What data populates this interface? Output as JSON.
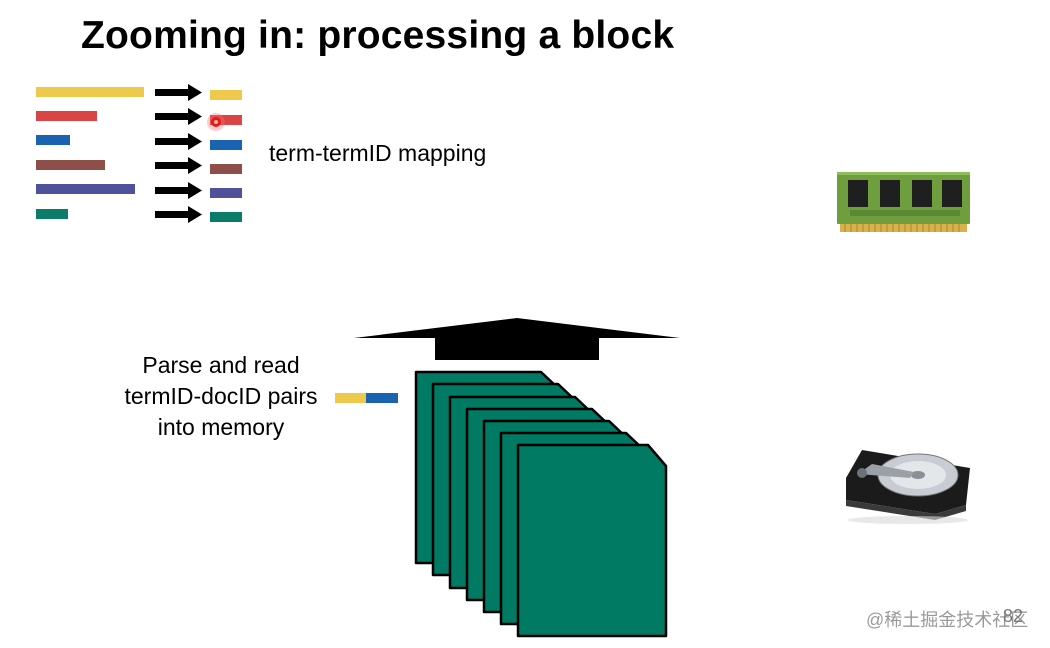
{
  "slide": {
    "title": "Zooming in: processing a block",
    "mapping_label": "term-termID mapping",
    "parse_label_lines": [
      "Parse and read",
      "termID-docID pairs",
      "into memory"
    ],
    "watermark": "@稀土掘金技术社区",
    "page_number": "82"
  },
  "mapping_colors": [
    "#efc94c",
    "#d94545",
    "#1a63b0",
    "#8e4f4a",
    "#4f529a",
    "#0b7c6a"
  ],
  "pair_colors": [
    "#efc94c",
    "#1a63b0"
  ],
  "block_color": "#007a62",
  "icons": [
    "ram-module-icon",
    "hard-disk-icon"
  ]
}
